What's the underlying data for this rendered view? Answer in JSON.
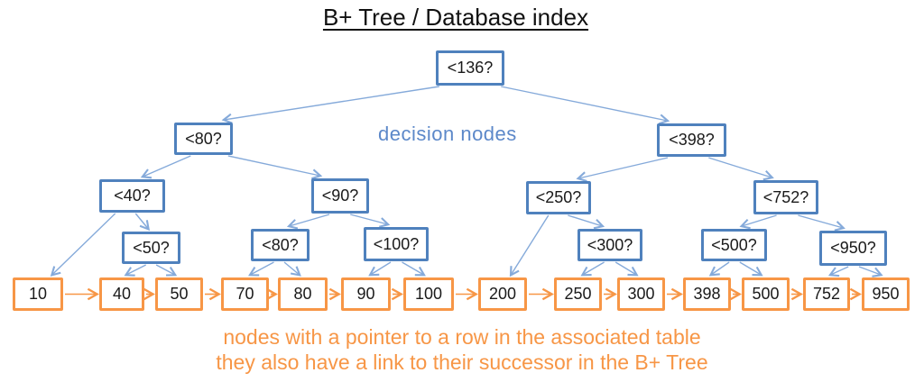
{
  "title": "B+ Tree / Database index",
  "labels": {
    "decision_nodes": "decision nodes",
    "caption_line1": "nodes with a pointer to a row in the associated table",
    "caption_line2": "they also have a link to their successor in the B+ Tree"
  },
  "colors": {
    "decision_border": "#4F81BD",
    "decision_edge": "#85AADA",
    "leaf_border": "#F79646",
    "leaf_edge": "#F79646",
    "decision_label_text": "#5C88C9",
    "caption_text": "#F79646",
    "node_text": "#1a1a1a"
  },
  "tree": {
    "decision_nodes": [
      {
        "id": "n136",
        "label": "<136?"
      },
      {
        "id": "n80",
        "label": "<80?"
      },
      {
        "id": "n398",
        "label": "<398?"
      },
      {
        "id": "n40",
        "label": "<40?"
      },
      {
        "id": "n90",
        "label": "<90?"
      },
      {
        "id": "n250",
        "label": "<250?"
      },
      {
        "id": "n752",
        "label": "<752?"
      },
      {
        "id": "n50",
        "label": "<50?"
      },
      {
        "id": "n80b",
        "label": "<80?"
      },
      {
        "id": "n100",
        "label": "<100?"
      },
      {
        "id": "n300",
        "label": "<300?"
      },
      {
        "id": "n500",
        "label": "<500?"
      },
      {
        "id": "n950",
        "label": "<950?"
      }
    ],
    "leaf_nodes": [
      {
        "id": "l10",
        "value": "10"
      },
      {
        "id": "l40",
        "value": "40"
      },
      {
        "id": "l50",
        "value": "50"
      },
      {
        "id": "l70",
        "value": "70"
      },
      {
        "id": "l80",
        "value": "80"
      },
      {
        "id": "l90",
        "value": "90"
      },
      {
        "id": "l100",
        "value": "100"
      },
      {
        "id": "l200",
        "value": "200"
      },
      {
        "id": "l250",
        "value": "250"
      },
      {
        "id": "l300",
        "value": "300"
      },
      {
        "id": "l398",
        "value": "398"
      },
      {
        "id": "l500",
        "value": "500"
      },
      {
        "id": "l752",
        "value": "752"
      },
      {
        "id": "l950",
        "value": "950"
      }
    ],
    "edges": [
      [
        "n136",
        "n80"
      ],
      [
        "n136",
        "n398"
      ],
      [
        "n80",
        "n40"
      ],
      [
        "n80",
        "n90"
      ],
      [
        "n40",
        "l10"
      ],
      [
        "n40",
        "n50"
      ],
      [
        "n50",
        "l40"
      ],
      [
        "n50",
        "l50"
      ],
      [
        "n90",
        "n80b"
      ],
      [
        "n90",
        "n100"
      ],
      [
        "n80b",
        "l70"
      ],
      [
        "n80b",
        "l80"
      ],
      [
        "n100",
        "l90"
      ],
      [
        "n100",
        "l100"
      ],
      [
        "n398",
        "n250"
      ],
      [
        "n398",
        "n752"
      ],
      [
        "n250",
        "l200"
      ],
      [
        "n250",
        "n300"
      ],
      [
        "n300",
        "l250"
      ],
      [
        "n300",
        "l300"
      ],
      [
        "n752",
        "n500"
      ],
      [
        "n752",
        "n950"
      ],
      [
        "n500",
        "l398"
      ],
      [
        "n500",
        "l500"
      ],
      [
        "n950",
        "l752"
      ],
      [
        "n950",
        "l950"
      ]
    ],
    "leaf_chain": [
      "l10",
      "l40",
      "l50",
      "l70",
      "l80",
      "l90",
      "l100",
      "l200",
      "l250",
      "l300",
      "l398",
      "l500",
      "l752",
      "l950"
    ]
  }
}
